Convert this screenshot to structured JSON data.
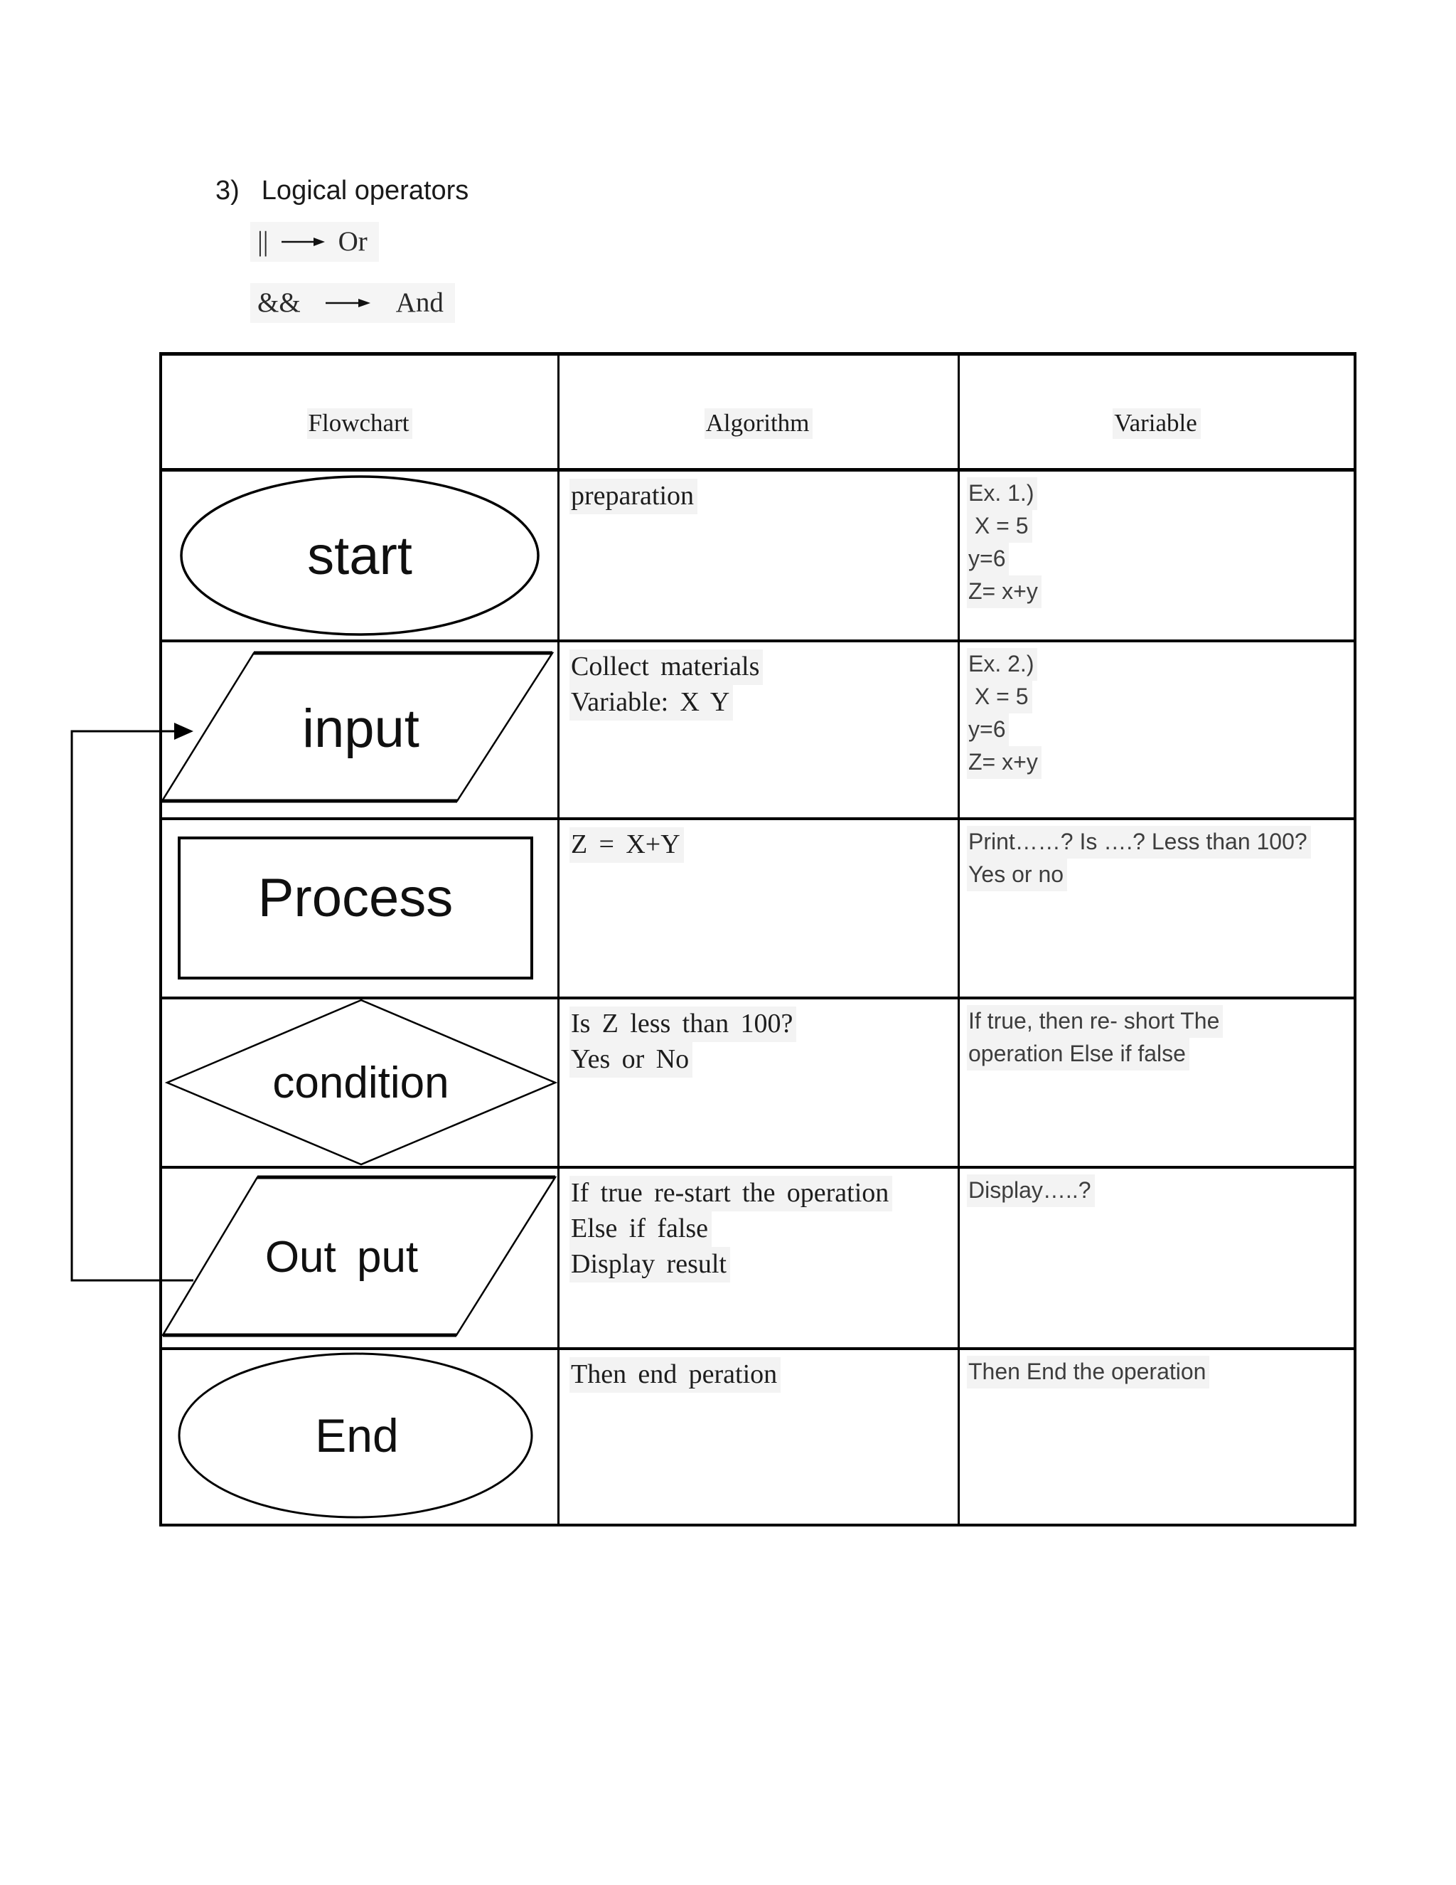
{
  "title": {
    "number": "3)",
    "label": "Logical operators"
  },
  "legend": [
    {
      "symbol": "||",
      "meaning": "Or"
    },
    {
      "symbol": "&&",
      "meaning": "And"
    }
  ],
  "table": {
    "headers": [
      "Flowchart",
      "Algorithm",
      "Variable"
    ],
    "rows": [
      {
        "shape": "ellipse",
        "label": "start",
        "algorithm": [
          "preparation"
        ],
        "variable": [
          "Ex. 1.)",
          " X = 5",
          "y=6",
          "Z= x+y"
        ]
      },
      {
        "shape": "parallelogram",
        "label": "input",
        "algorithm": [
          "Collect materials",
          "Variable: X Y"
        ],
        "variable": [
          "Ex. 2.)",
          " X = 5",
          "y=6",
          "Z= x+y"
        ]
      },
      {
        "shape": "rectangle",
        "label": "Process",
        "algorithm": [
          "Z = X+Y"
        ],
        "variable": [
          "Print……? Is ….? Less than 100?",
          "Yes or no"
        ]
      },
      {
        "shape": "diamond",
        "label": "condition",
        "algorithm": [
          "Is Z less than 100?",
          "Yes or No"
        ],
        "variable": [
          "If true, then re- short The",
          "operation Else if false"
        ]
      },
      {
        "shape": "parallelogram",
        "label": "Out put",
        "algorithm": [
          "If true re-start the operation",
          "Else if false",
          "Display result"
        ],
        "variable": [
          "Display…..?"
        ]
      },
      {
        "shape": "ellipse",
        "label": "End",
        "algorithm": [
          "Then end peration"
        ],
        "variable": [
          "Then End the operation"
        ]
      }
    ]
  }
}
